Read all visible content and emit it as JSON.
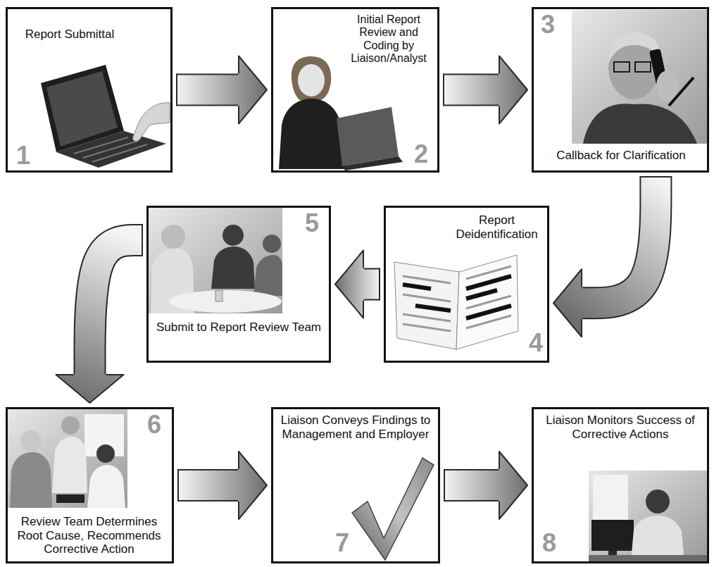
{
  "diagram": {
    "nodes": [
      {
        "text": [
          "Report Submittal",
          "1"
        ]
      },
      {
        "text": [
          "Initial Report Review and Coding by Liaison/Analyst",
          "2"
        ]
      },
      {
        "text": [
          "Callback for Clarification",
          "3"
        ]
      },
      {
        "text": [
          "Report Deidentification",
          "4"
        ]
      },
      {
        "text": [
          "Submit to Report Review Team",
          "5"
        ]
      },
      {
        "text": [
          "Review Team Determines Root Cause, Recommends Corrective Action",
          "6"
        ]
      },
      {
        "text": [
          "Liaison Conveys Findings to Management and Employer",
          "7"
        ]
      },
      {
        "text": [
          "Liaison Monitors Success of Corrective Actions",
          "8"
        ]
      }
    ],
    "edges": [
      {
        "from": 0,
        "to": 1,
        "arrow": "to"
      },
      {
        "from": 1,
        "to": 2,
        "arrow": "to"
      },
      {
        "from": 2,
        "to": 3,
        "arrow": "to"
      },
      {
        "from": 3,
        "to": 4,
        "arrow": "to"
      },
      {
        "from": 4,
        "to": 5,
        "arrow": "to"
      },
      {
        "from": 5,
        "to": 6,
        "arrow": "to"
      },
      {
        "from": 6,
        "to": 7,
        "arrow": "to"
      }
    ]
  }
}
